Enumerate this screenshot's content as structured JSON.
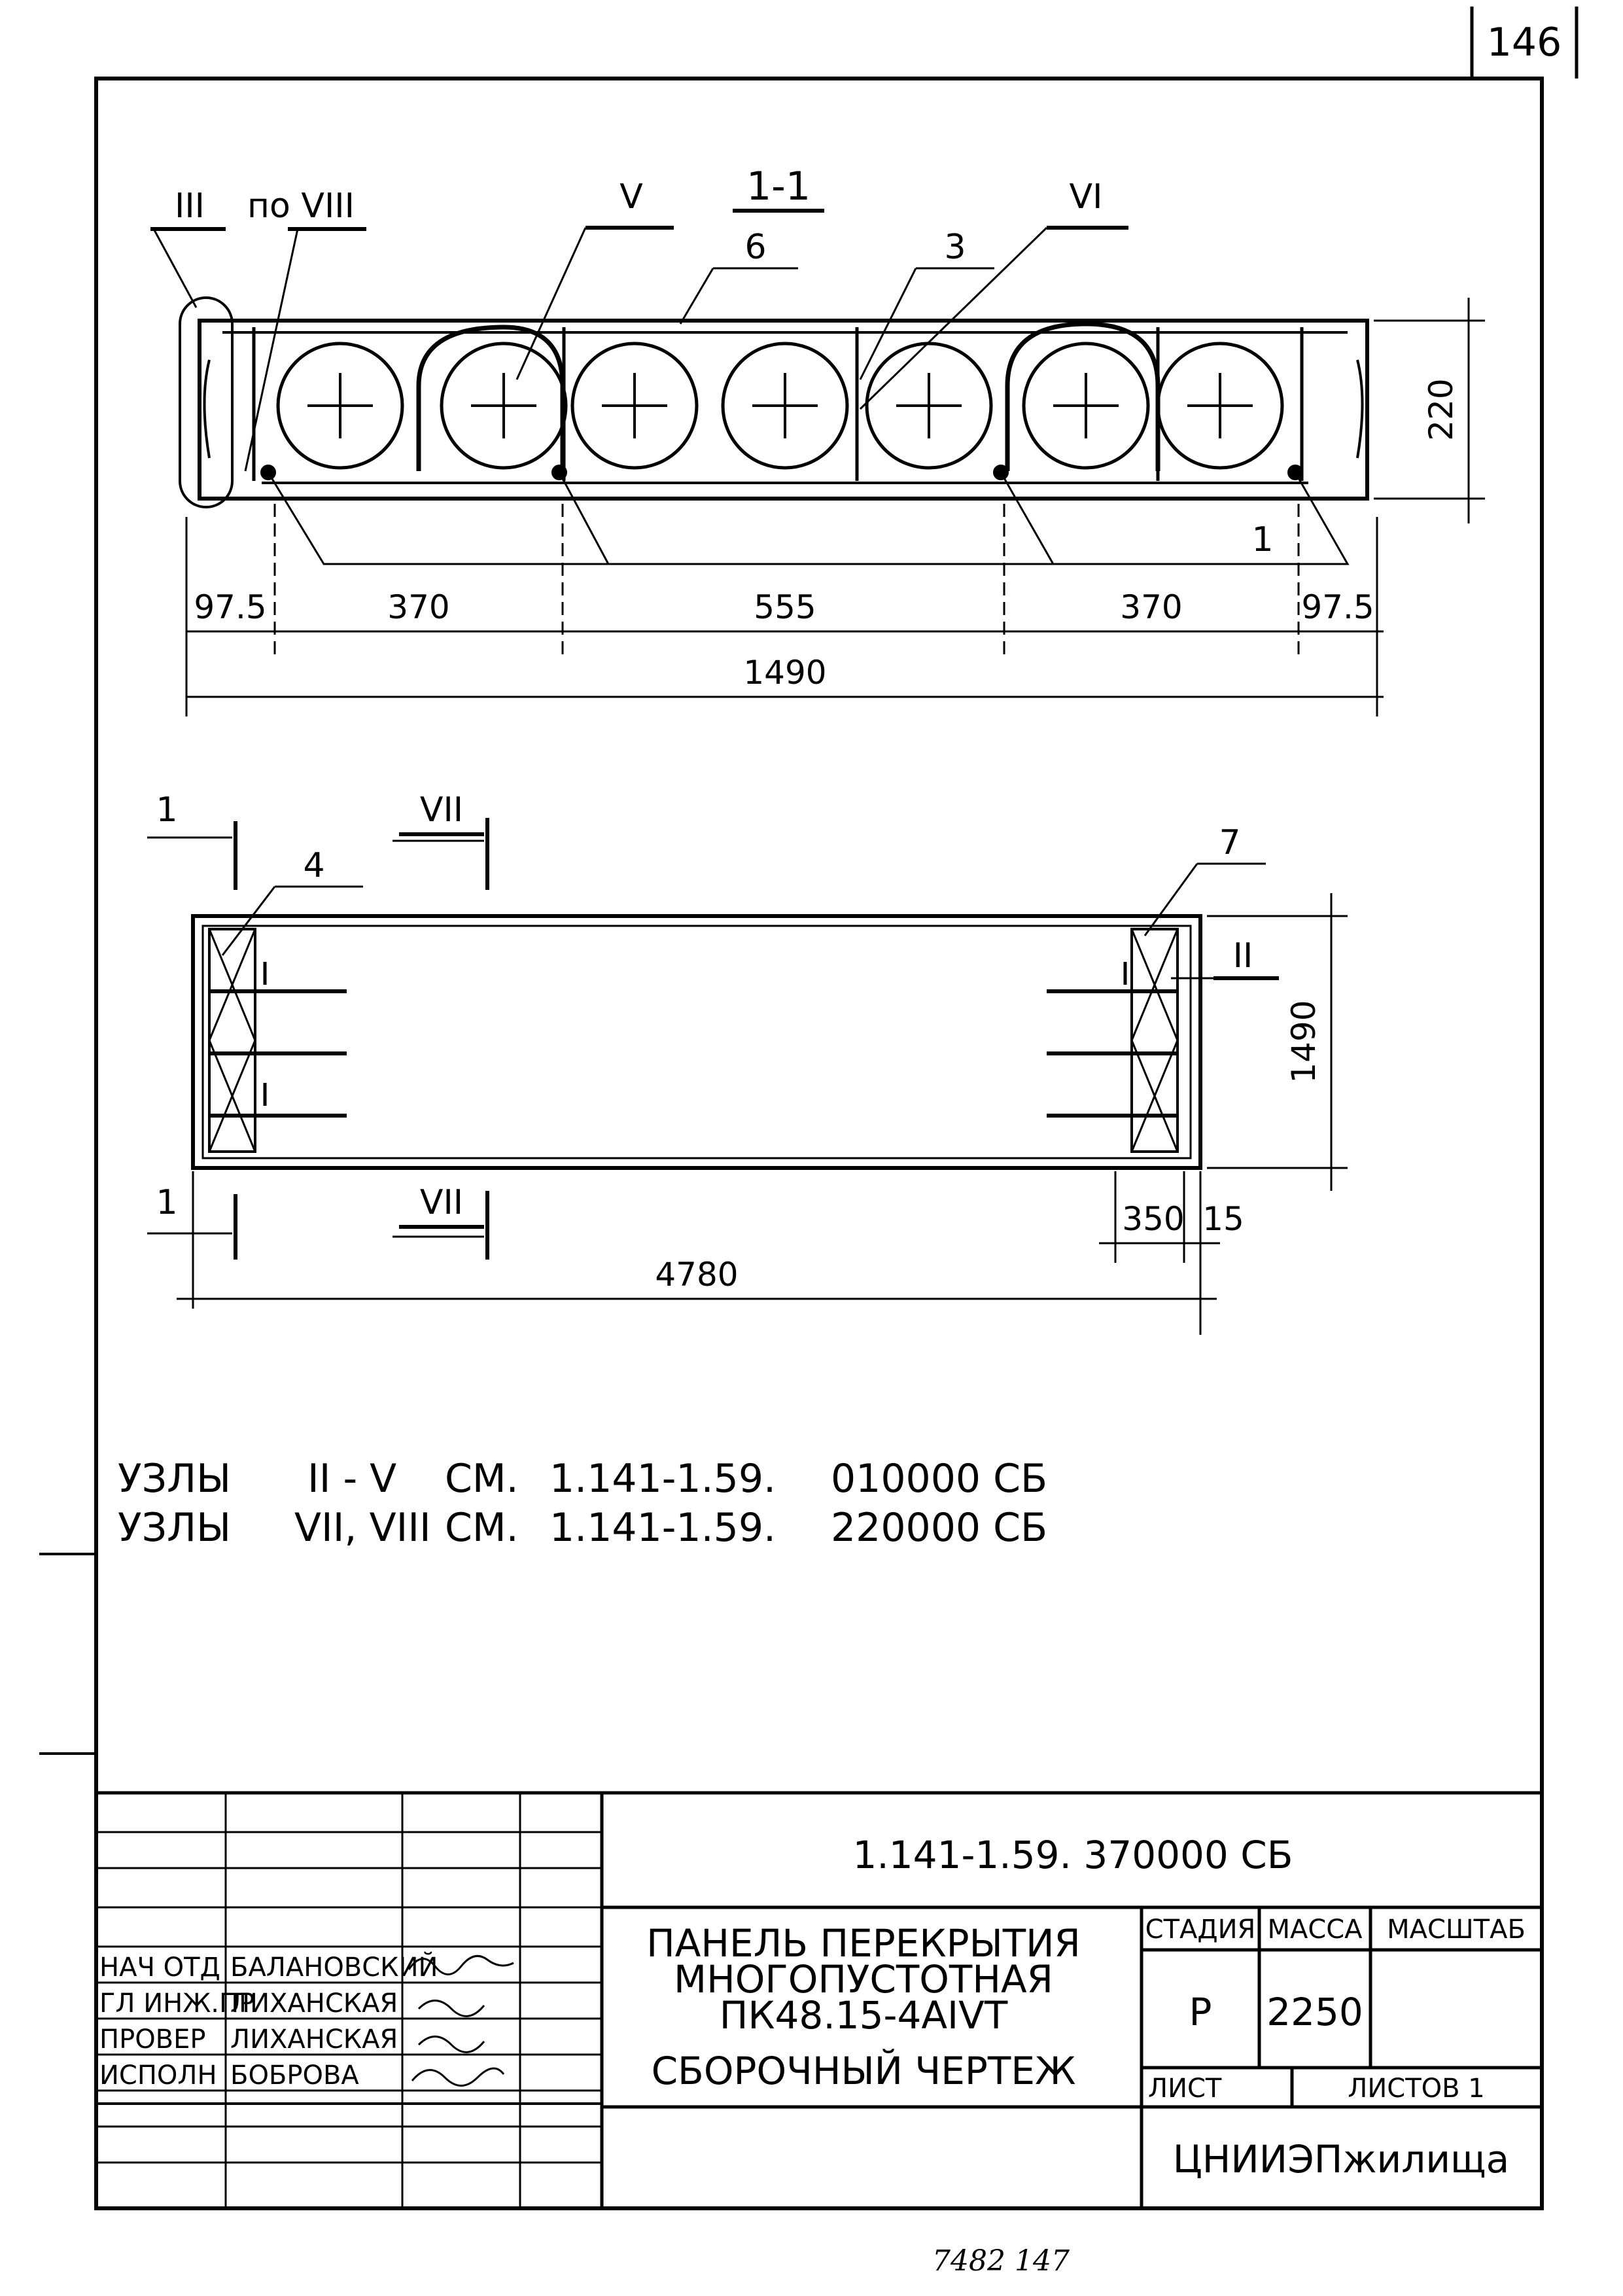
{
  "page_number": "146",
  "section": {
    "title": "1-1",
    "callouts": [
      "III",
      "по VIII",
      "V",
      "6",
      "3",
      "VI",
      "1"
    ],
    "dims_bottom": [
      "97.5",
      "370",
      "555",
      "370",
      "97.5"
    ],
    "dim_total": "1490",
    "dim_height": "220"
  },
  "plan": {
    "cut_left_top": "1",
    "cut_left_bottom": "1",
    "view_top": "VII",
    "view_bottom": "VII",
    "callout_4": "4",
    "callout_7": "7",
    "node_ii": "II",
    "dim_width": "1490",
    "dim_end_1": "350",
    "dim_end_2": "15",
    "dim_length": "4780"
  },
  "notes": [
    {
      "prefix": "УЗЛЫ",
      "range": "II - V",
      "ref": "СМ.",
      "doc": "1.141-1.59.",
      "code": "010000 СБ"
    },
    {
      "prefix": "УЗЛЫ",
      "range": "VII, VIII",
      "ref": "СМ.",
      "doc": "1.141-1.59.",
      "code": "220000 СБ"
    }
  ],
  "stamp": {
    "code": "1.141-1.59. 370000 СБ",
    "title_line1": "ПАНЕЛЬ ПЕРЕКРЫТИЯ",
    "title_line2": "МНОГОПУСТОТНАЯ",
    "title_line3": "ПК48.15-4АIVТ",
    "title_line4": "СБОРОЧНЫЙ ЧЕРТЕЖ",
    "hdr_stage": "СТАДИЯ",
    "hdr_mass": "МАССА",
    "hdr_scale": "МАСШТАБ",
    "stage": "Р",
    "mass": "2250",
    "sheet": "ЛИСТ",
    "sheets": "ЛИСТОВ 1",
    "org": "ЦНИИЭПжилища",
    "roles": [
      {
        "role": "НАЧ ОТД",
        "name": "БАЛАНОВСКИЙ"
      },
      {
        "role": "ГЛ ИНЖ.ПР",
        "name": "ЛИХАНСКАЯ"
      },
      {
        "role": "ПРОВЕР",
        "name": "ЛИХАНСКАЯ"
      },
      {
        "role": "ИСПОЛН",
        "name": "БОБРОВА"
      }
    ]
  },
  "footer_note": "7482 147"
}
